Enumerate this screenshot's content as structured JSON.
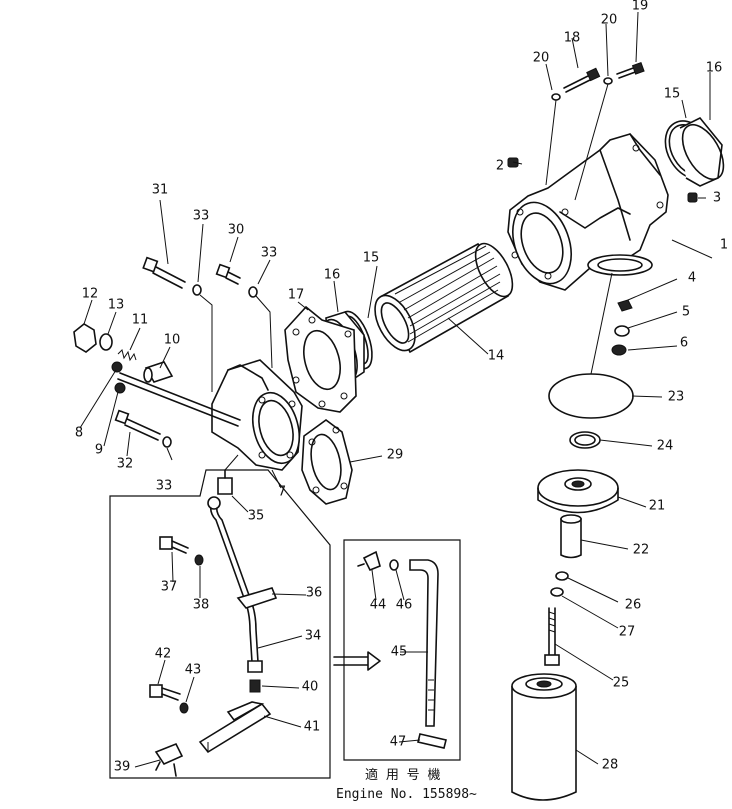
{
  "callouts": [
    {
      "key": "c1",
      "text": "1"
    },
    {
      "key": "c2",
      "text": "2"
    },
    {
      "key": "c3",
      "text": "3"
    },
    {
      "key": "c4",
      "text": "4"
    },
    {
      "key": "c5",
      "text": "5"
    },
    {
      "key": "c6",
      "text": "6"
    },
    {
      "key": "c7",
      "text": "7"
    },
    {
      "key": "c8",
      "text": "8"
    },
    {
      "key": "c9",
      "text": "9"
    },
    {
      "key": "c10",
      "text": "10"
    },
    {
      "key": "c11",
      "text": "11"
    },
    {
      "key": "c12",
      "text": "12"
    },
    {
      "key": "c13",
      "text": "13"
    },
    {
      "key": "c14",
      "text": "14"
    },
    {
      "key": "c15a",
      "text": "15"
    },
    {
      "key": "c15b",
      "text": "15"
    },
    {
      "key": "c16a",
      "text": "16"
    },
    {
      "key": "c16b",
      "text": "16"
    },
    {
      "key": "c17",
      "text": "17"
    },
    {
      "key": "c18",
      "text": "18"
    },
    {
      "key": "c19",
      "text": "19"
    },
    {
      "key": "c20a",
      "text": "20"
    },
    {
      "key": "c20b",
      "text": "20"
    },
    {
      "key": "c21",
      "text": "21"
    },
    {
      "key": "c22",
      "text": "22"
    },
    {
      "key": "c23",
      "text": "23"
    },
    {
      "key": "c24",
      "text": "24"
    },
    {
      "key": "c25",
      "text": "25"
    },
    {
      "key": "c26",
      "text": "26"
    },
    {
      "key": "c27",
      "text": "27"
    },
    {
      "key": "c28",
      "text": "28"
    },
    {
      "key": "c29",
      "text": "29"
    },
    {
      "key": "c30",
      "text": "30"
    },
    {
      "key": "c31",
      "text": "31"
    },
    {
      "key": "c32",
      "text": "32"
    },
    {
      "key": "c33a",
      "text": "33"
    },
    {
      "key": "c33b",
      "text": "33"
    },
    {
      "key": "c33c",
      "text": "33"
    },
    {
      "key": "c34",
      "text": "34"
    },
    {
      "key": "c35",
      "text": "35"
    },
    {
      "key": "c36",
      "text": "36"
    },
    {
      "key": "c37",
      "text": "37"
    },
    {
      "key": "c38",
      "text": "38"
    },
    {
      "key": "c39",
      "text": "39"
    },
    {
      "key": "c40",
      "text": "40"
    },
    {
      "key": "c41",
      "text": "41"
    },
    {
      "key": "c42",
      "text": "42"
    },
    {
      "key": "c43",
      "text": "43"
    },
    {
      "key": "c44",
      "text": "44"
    },
    {
      "key": "c45",
      "text": "45"
    },
    {
      "key": "c46",
      "text": "46"
    },
    {
      "key": "c47",
      "text": "47"
    }
  ],
  "note": {
    "line1": "適 用 号 機",
    "line2": "Engine  No.  155898~"
  }
}
